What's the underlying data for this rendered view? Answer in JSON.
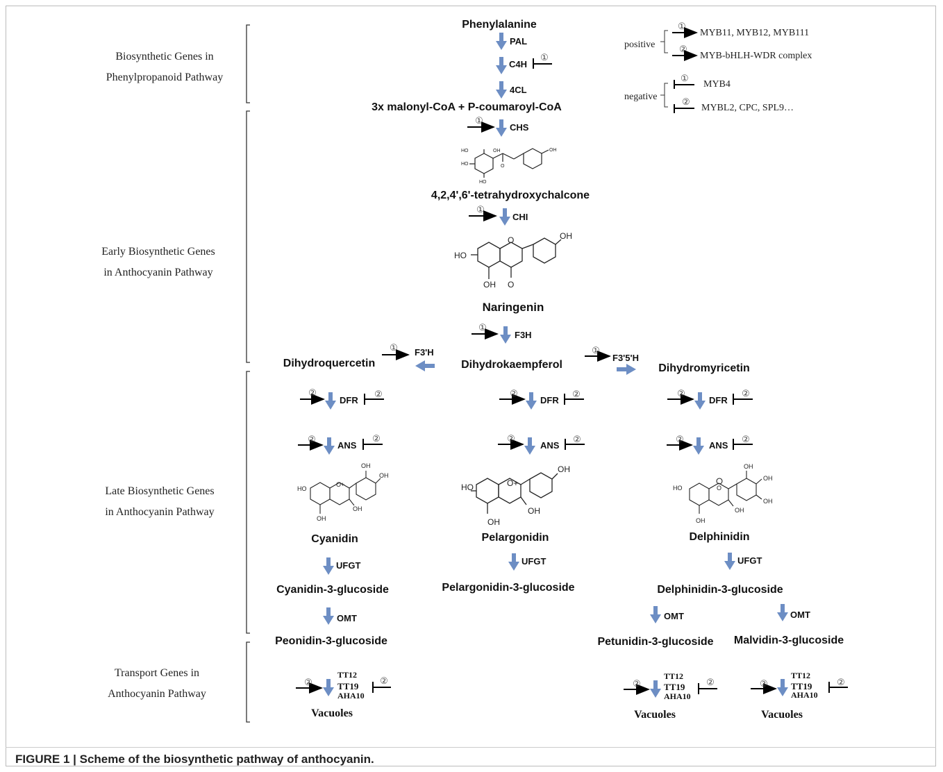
{
  "section_labels": [
    {
      "line1": "Biosynthetic Genes in",
      "line2": "Phenylpropanoid Pathway"
    },
    {
      "line1": "Early Biosynthetic Genes",
      "line2": "in Anthocyanin Pathway"
    },
    {
      "line1": "Late Biosynthetic Genes",
      "line2": "in Anthocyanin Pathway"
    },
    {
      "line1": "Transport Genes in",
      "line2": "Anthocyanin Pathway"
    }
  ],
  "legend": {
    "positive_label": "positive",
    "negative_label": "negative",
    "marker_1": "①",
    "marker_2": "②",
    "pos_1": "MYB11, MYB12, MYB111",
    "pos_2": "MYB-bHLH-WDR complex",
    "neg_1": "MYB4",
    "neg_2": "MYBL2, CPC, SPL9…"
  },
  "compounds": {
    "phenylalanine": "Phenylalanine",
    "malonyl": "3x malonyl-CoA + P-coumaroyl-CoA",
    "chalcone": "4,2,4',6'-tetrahydroxychalcone",
    "naringenin": "Naringenin",
    "dihydroquercetin": "Dihydroquercetin",
    "dihydrokaempferol": "Dihydrokaempferol",
    "dihydromyricetin": "Dihydromyricetin",
    "cyanidin": "Cyanidin",
    "pelargonidin": "Pelargonidin",
    "delphinidin": "Delphinidin",
    "cyanidin_glc": "Cyanidin-3-glucoside",
    "pelargonidin_glc": "Pelargonidin-3-glucoside",
    "delphinidin_glc": "Delphinidin-3-glucoside",
    "peonidin_glc": "Peonidin-3-glucoside",
    "petunidin_glc": "Petunidin-3-glucoside",
    "malvidin_glc": "Malvidin-3-glucoside",
    "vacuoles": "Vacuoles"
  },
  "enzymes": {
    "pal": "PAL",
    "c4h": "C4H",
    "cl4": "4CL",
    "chs": "CHS",
    "chi": "CHI",
    "f3h": "F3H",
    "f3ph": "F3'H",
    "f35h": "F3'5'H",
    "dfr": "DFR",
    "ans": "ANS",
    "ufgt": "UFGT",
    "omt": "OMT",
    "tt12": "TT12",
    "tt19": "TT19",
    "aha10": "AHA10"
  },
  "structure_atoms": {
    "ho": "HO",
    "oh": "OH",
    "o": "O",
    "oplus": "O+"
  },
  "caption": "FIGURE 1 | Scheme of the biosynthetic pathway of anthocyanin."
}
